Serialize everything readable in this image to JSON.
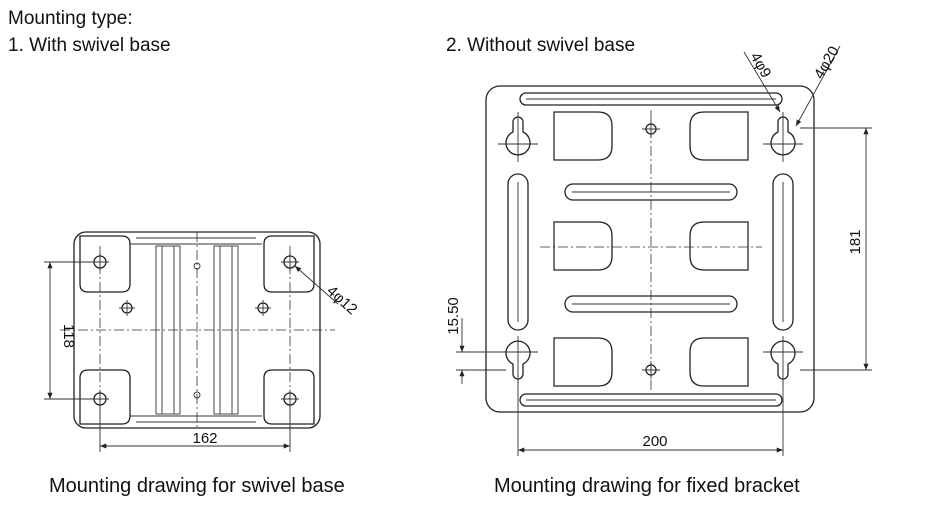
{
  "header": {
    "mounting_type": "Mounting type:",
    "option1": "1. With swivel base",
    "option2": "2. Without swivel base"
  },
  "left_drawing": {
    "caption": "Mounting drawing for swivel base",
    "dim_width": "162",
    "dim_height": "118",
    "hole_spec": "4φ12"
  },
  "right_drawing": {
    "caption": "Mounting drawing for fixed bracket",
    "dim_width": "200",
    "dim_height": "181",
    "dim_offset": "15.50",
    "hole_spec_small": "4φ9",
    "hole_spec_large": "4φ20"
  }
}
